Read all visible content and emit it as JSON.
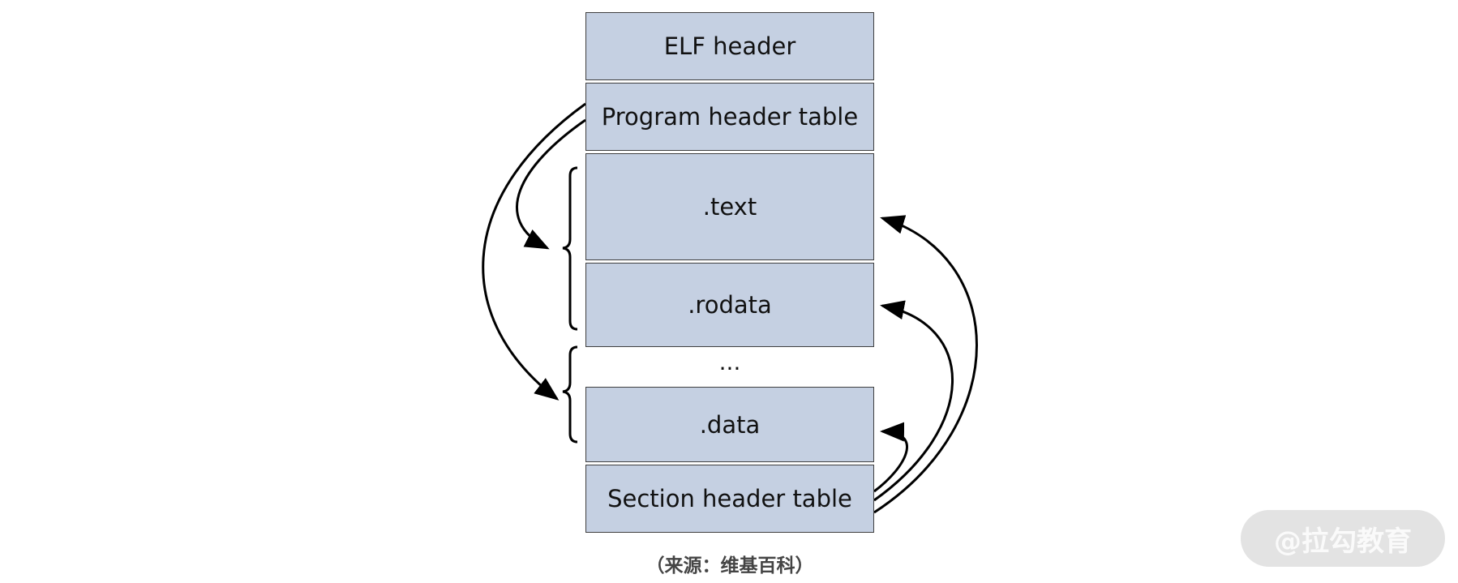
{
  "blocks": {
    "elf_header": "ELF header",
    "program_header_table": "Program header table",
    "text": ".text",
    "rodata": ".rodata",
    "ellipsis": "...",
    "data": ".data",
    "section_header_table": "Section header table"
  },
  "caption": "（来源：维基百科）",
  "watermark": "@拉勾教育",
  "colors": {
    "block_fill": "#c5d0e2",
    "block_border": "#3f3f3f",
    "arrow": "#000000"
  }
}
